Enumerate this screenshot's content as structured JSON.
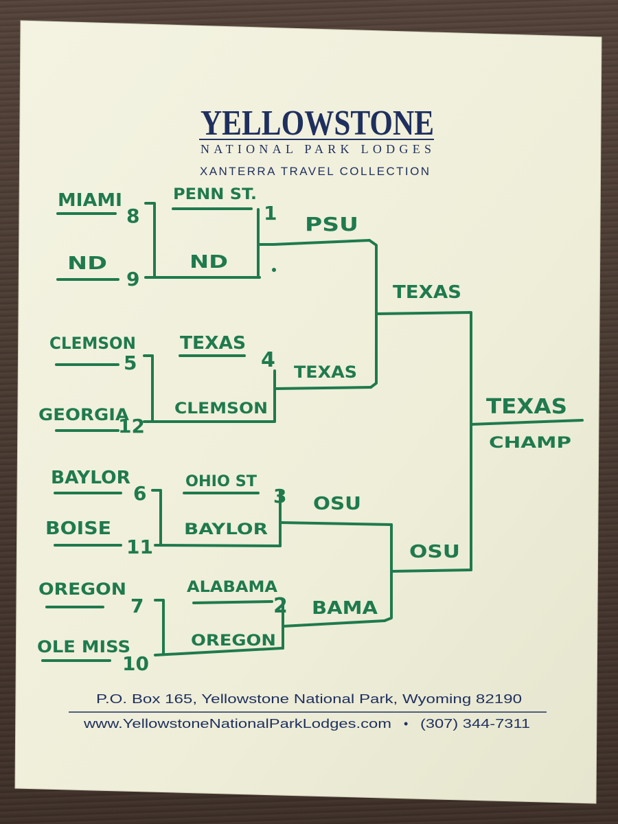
{
  "letterhead": {
    "title": "YELLOWSTONE",
    "subtitle": "NATIONAL PARK LODGES",
    "collection": "XANTERRA TRAVEL COLLECTION"
  },
  "footer": {
    "address": "P.O. Box 165,  Yellowstone National Park, Wyoming 82190",
    "website": "www.YellowstoneNationalParkLodges.com",
    "separator": "•",
    "phone": "(307) 344-7311"
  },
  "bracket": {
    "first_round": [
      {
        "team": "MIAMI",
        "seed": "8"
      },
      {
        "team": "ND",
        "seed": "9"
      },
      {
        "team": "CLEMSON",
        "seed": "5"
      },
      {
        "team": "GEORGIA",
        "seed": "12"
      },
      {
        "team": "BAYLOR",
        "seed": "6"
      },
      {
        "team": "BOISE",
        "seed": "11"
      },
      {
        "team": "OREGON",
        "seed": "7"
      },
      {
        "team": "OLE MISS",
        "seed": "10"
      }
    ],
    "byes": [
      {
        "team": "PENN ST.",
        "seed": "1"
      },
      {
        "team": "TEXAS",
        "seed": "4"
      },
      {
        "team": "OHIO ST",
        "seed": "3"
      },
      {
        "team": "ALABAMA",
        "seed": "2"
      }
    ],
    "round_one_winners": [
      "ND",
      "CLEMSON",
      "BAYLOR",
      "OREGON"
    ],
    "quarterfinal_winners": [
      "PSU",
      "TEXAS",
      "OSU",
      "BAMA"
    ],
    "semifinal_winners": [
      "TEXAS",
      "OSU"
    ],
    "champion": "TEXAS",
    "champion_label": "CHAMP"
  },
  "colors": {
    "ink": "#1f7a4d",
    "letterhead": "#1f2f5e",
    "paper": "#f1f0dc",
    "table": "#4a3a30"
  }
}
